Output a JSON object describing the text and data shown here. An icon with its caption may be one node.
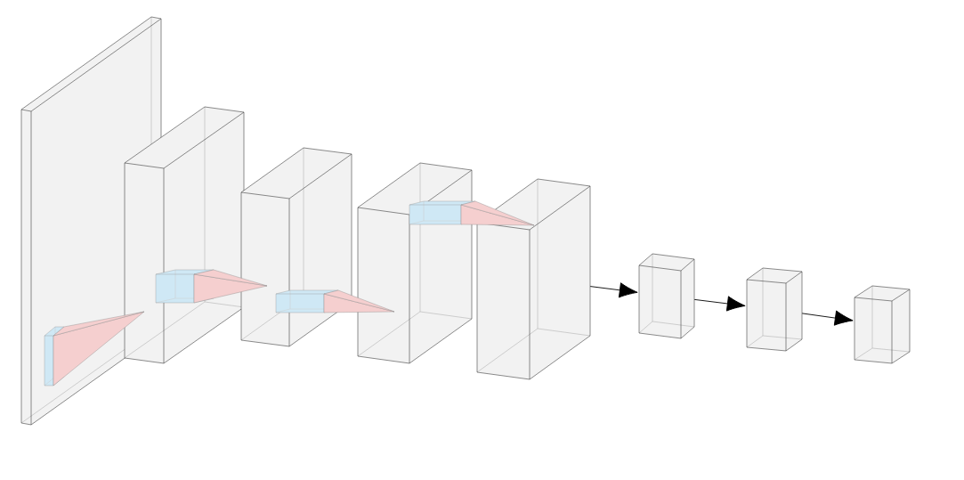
{
  "diagram": {
    "nodes": [
      {
        "text": [],
        "shape": "box"
      },
      {
        "text": [],
        "shape": "box"
      },
      {
        "text": [],
        "shape": "box"
      },
      {
        "text": [],
        "shape": "box"
      },
      {
        "text": [],
        "shape": "box"
      },
      {
        "text": [],
        "shape": "box"
      },
      {
        "text": [],
        "shape": "box"
      },
      {
        "text": [],
        "shape": "box"
      }
    ],
    "edges": [
      {
        "from": 4,
        "to": 5,
        "arrow": "to"
      },
      {
        "from": 5,
        "to": 6,
        "arrow": "to"
      },
      {
        "from": 6,
        "to": 7,
        "arrow": "to"
      }
    ]
  }
}
